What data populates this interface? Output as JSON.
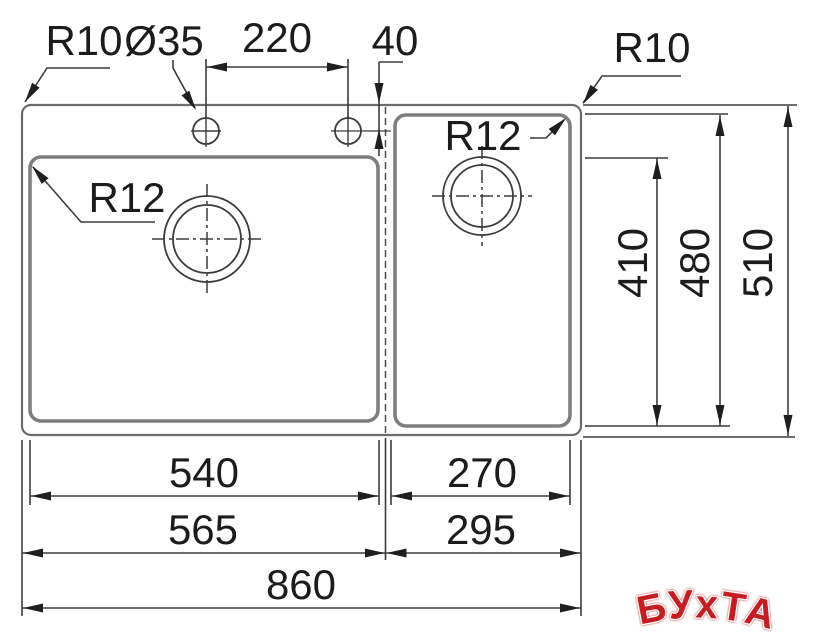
{
  "drawing": {
    "annotations": {
      "rim_corner_radius_left": "R10",
      "rim_corner_radius_right": "R10",
      "tap_hole_diameter": "Ø35",
      "tap_hole_spacing": "220",
      "tap_hole_edge_offset": "40",
      "left_bowl_corner_radius": "R12",
      "right_bowl_corner_radius": "R12"
    },
    "dimensions_mm": {
      "left_bowl_width": "540",
      "right_bowl_width": "270",
      "left_section_width": "565",
      "right_section_width": "295",
      "overall_width": "860",
      "left_bowl_length": "410",
      "right_bowl_length": "480",
      "overall_depth": "510"
    },
    "watermark": {
      "text": "БУхТА",
      "color": "#c41e23"
    },
    "colors": {
      "dimension_line": "#3c3c3c",
      "sink_outline": "#6b6b6b",
      "bowl_outline": "#7e7e7e",
      "background": "#ffffff"
    }
  }
}
